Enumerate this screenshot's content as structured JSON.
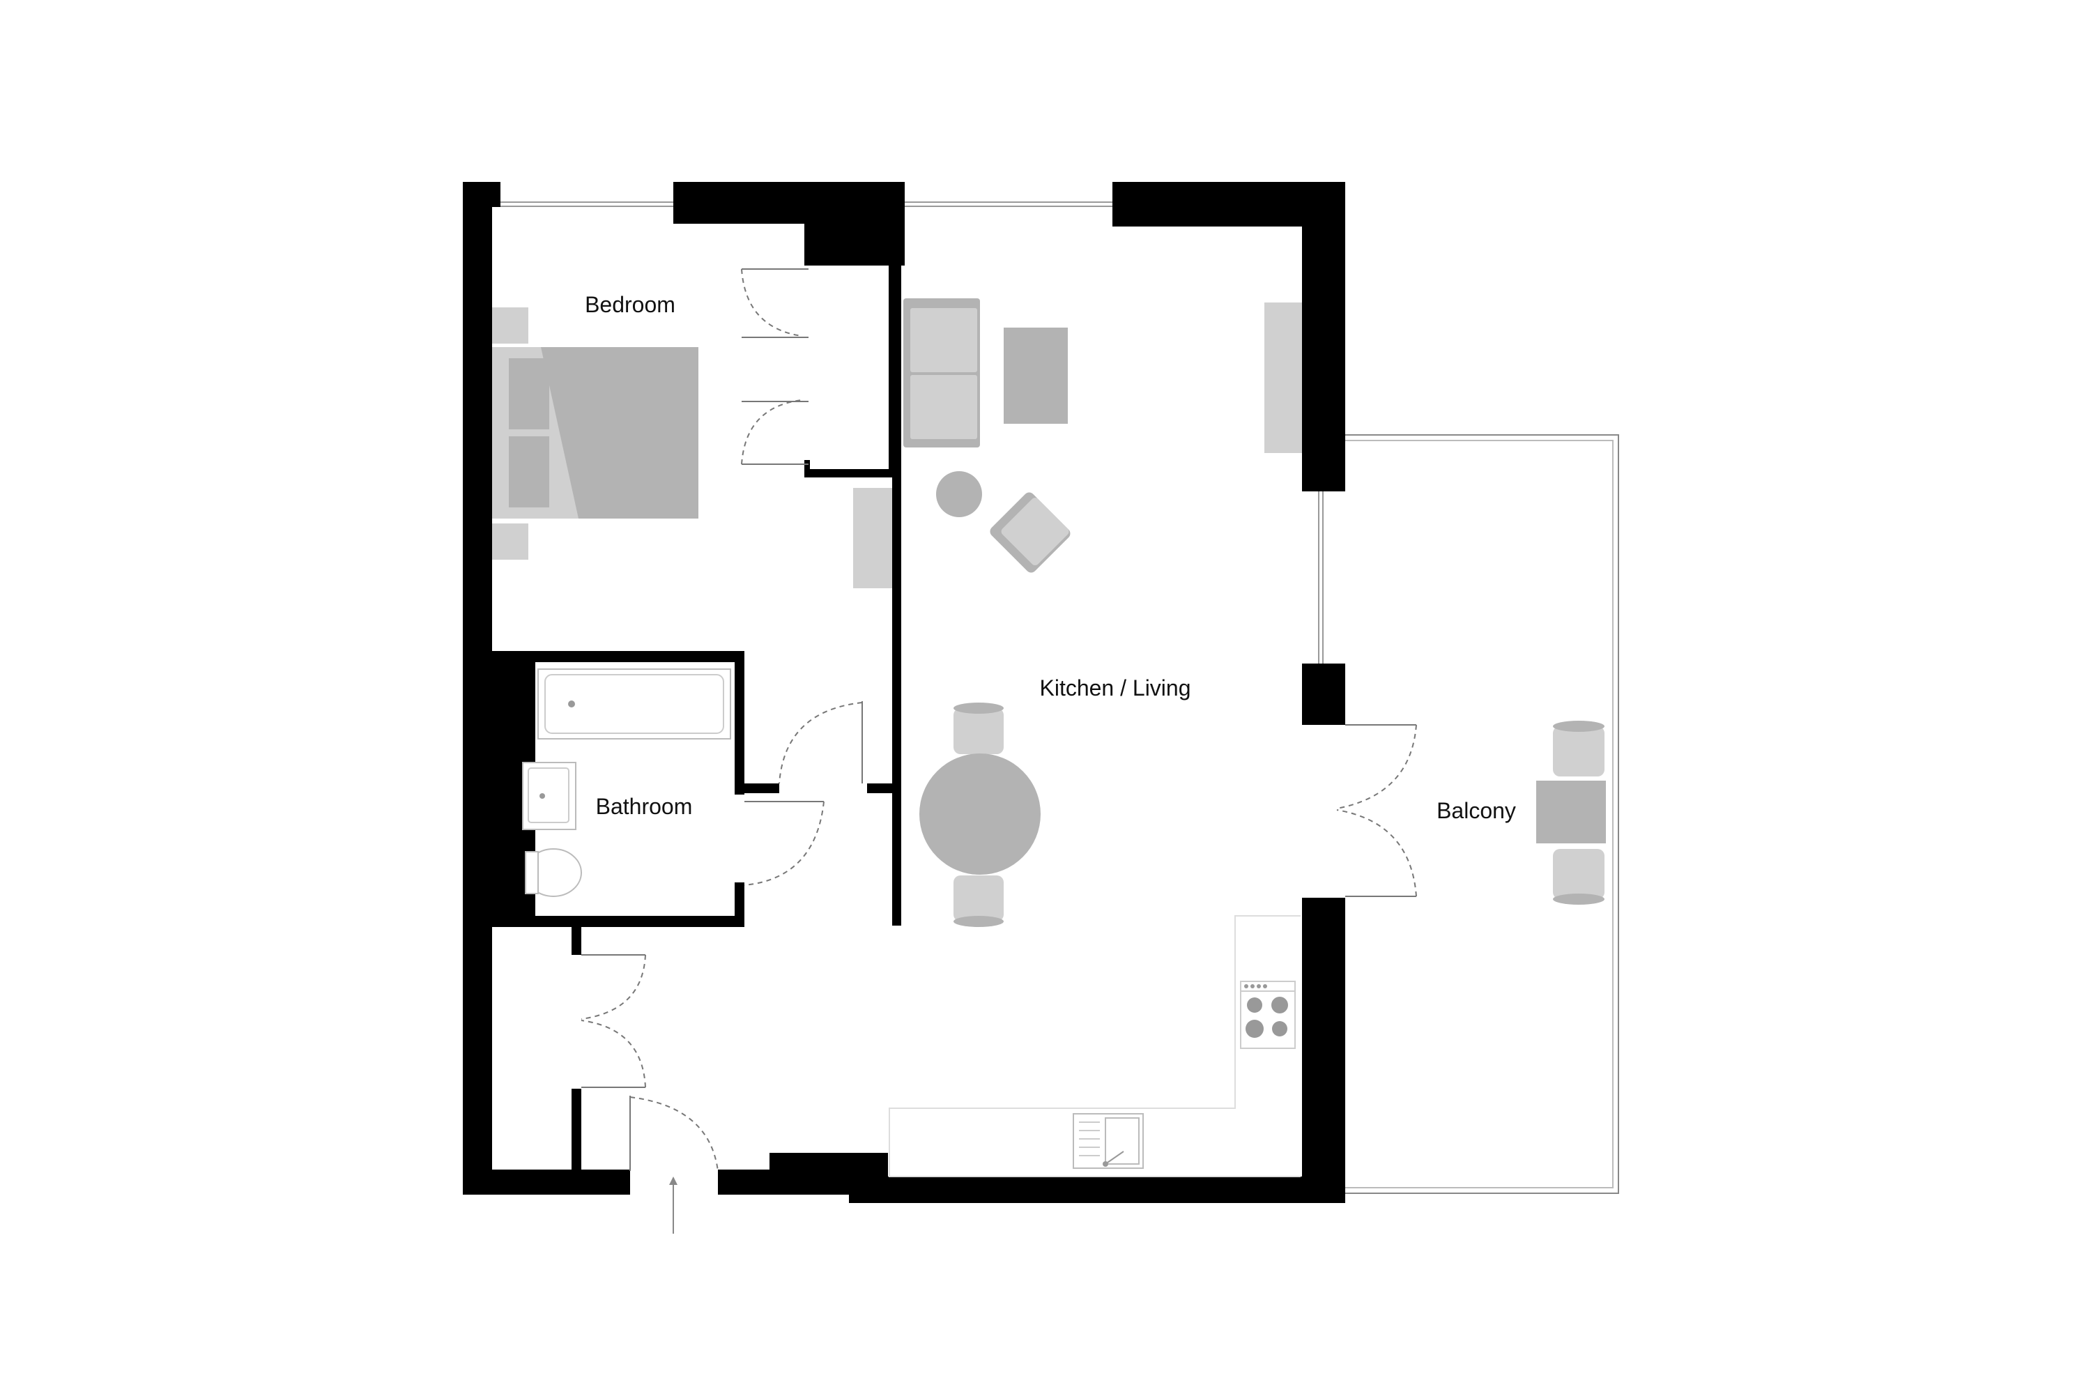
{
  "rooms": {
    "bedroom": "Bedroom",
    "bathroom": "Bathroom",
    "kitchen_living": "Kitchen / Living",
    "balcony": "Balcony"
  },
  "colors": {
    "wall": "#000000",
    "furniture_light": "#d0d0d0",
    "furniture_mid": "#b3b3b3",
    "door_swing": "#777777",
    "fixture_outline": "#bbbbbb"
  }
}
